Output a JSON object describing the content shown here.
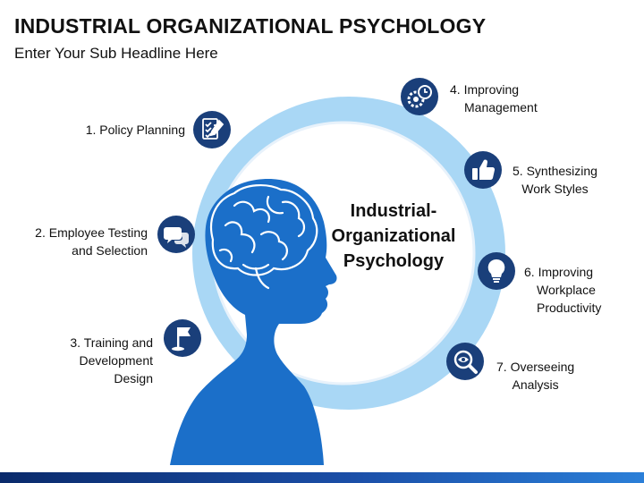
{
  "header": {
    "title": "INDUSTRIAL ORGANIZATIONAL PSYCHOLOGY",
    "subtitle": "Enter Your Sub Headline Here"
  },
  "center": {
    "lines": [
      "Industrial-",
      "Organizational",
      "Psychology"
    ]
  },
  "items": [
    {
      "lines": [
        "1. Policy Planning"
      ],
      "icon": "checklist-icon"
    },
    {
      "lines": [
        "2. Employee Testing",
        "and Selection"
      ],
      "icon": "chat-bubbles-icon"
    },
    {
      "lines": [
        "3. Training and",
        "Development",
        "Design"
      ],
      "icon": "flag-icon"
    },
    {
      "lines": [
        "4. Improving",
        "Management"
      ],
      "icon": "gear-clock-icon"
    },
    {
      "lines": [
        "5. Synthesizing",
        "Work Styles"
      ],
      "icon": "thumbs-up-icon"
    },
    {
      "lines": [
        "6. Improving",
        "Workplace",
        "Productivity"
      ],
      "icon": "lightbulb-icon"
    },
    {
      "lines": [
        "7. Overseeing",
        "Analysis"
      ],
      "icon": "magnifier-eye-icon"
    }
  ],
  "colors": {
    "icon_circle": "#1a3f7a",
    "ring": "#a9d7f5",
    "silhouette": "#1b6fc9",
    "bottom_bar": "#1b4fa8"
  }
}
